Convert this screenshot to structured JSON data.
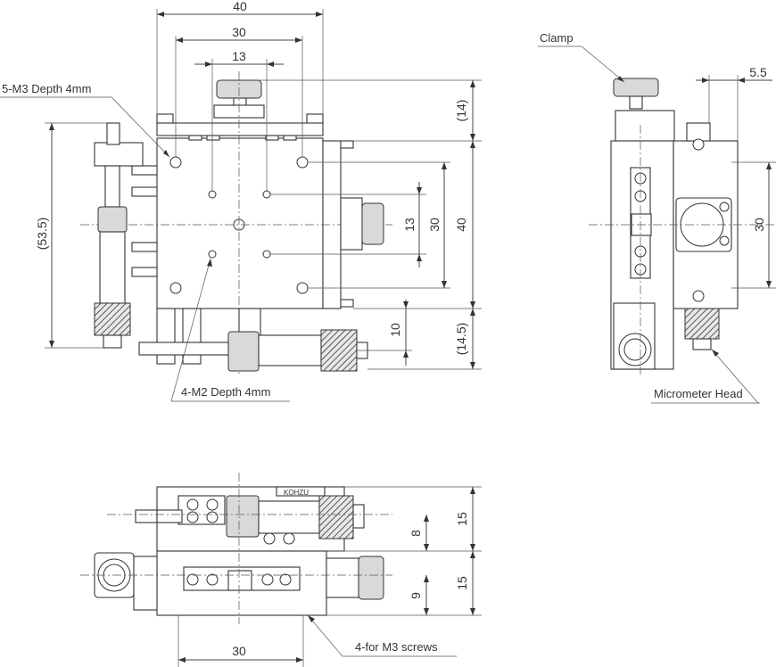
{
  "labels": {
    "clamp": "Clamp",
    "m3_holes": "5-M3 Depth 4mm",
    "m2_holes": "4-M2 Depth 4mm",
    "micrometer_head": "Micrometer Head",
    "m3_screws": "4-for M3 screws",
    "brand": "KOHZU"
  },
  "dimensions": {
    "top_view": {
      "width_40": "40",
      "width_30": "30",
      "width_13": "13",
      "height_14": "(14)",
      "height_53_5": "(53.5)",
      "height_13": "13",
      "height_30": "30",
      "height_40": "40",
      "height_10": "10",
      "height_14_5": "(14.5)"
    },
    "side_view": {
      "offset_5_5": "5.5",
      "height_30": "30"
    },
    "front_view": {
      "height_15_top": "15",
      "height_8": "8",
      "height_15_bottom": "15",
      "height_9": "9",
      "width_30": "30"
    }
  }
}
